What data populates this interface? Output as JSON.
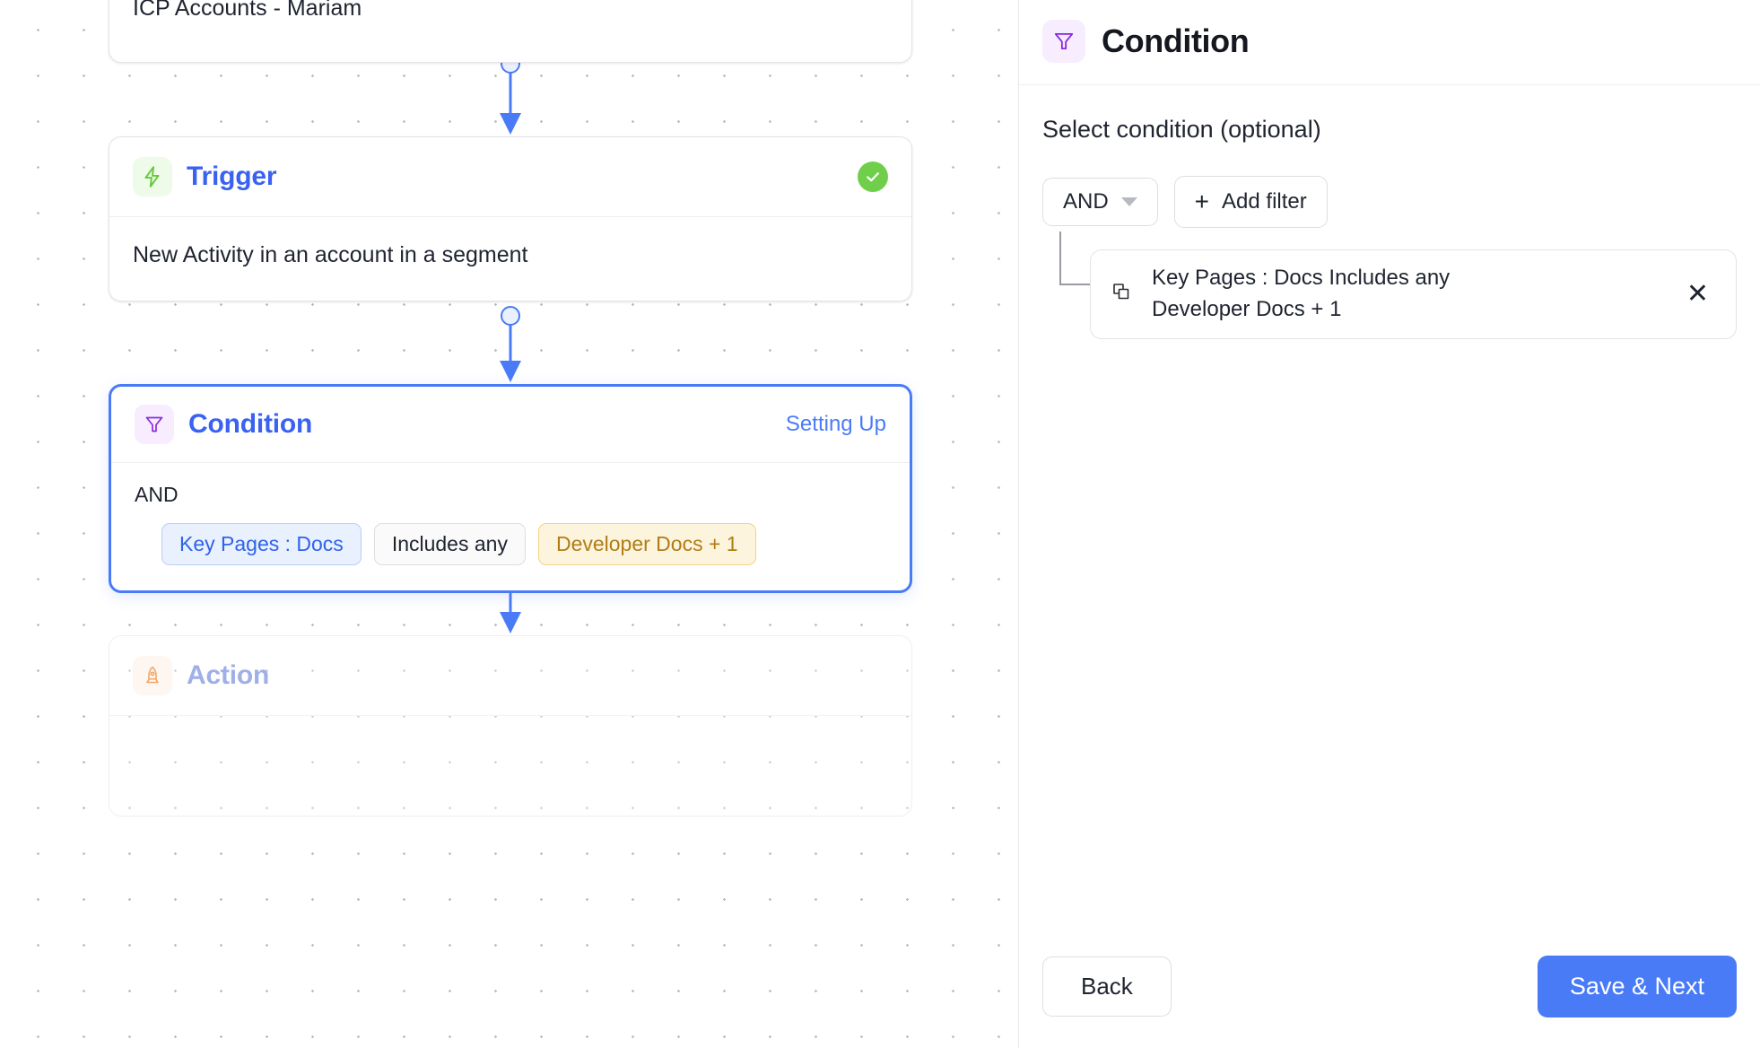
{
  "canvas": {
    "nodes": [
      {
        "id": "segment",
        "label": "ICP Accounts - Mariam",
        "icon": "segment-icon"
      },
      {
        "id": "trigger",
        "title": "Trigger",
        "icon": "lightning-bolt-icon",
        "status_icon": "check-circle-icon",
        "description": "New Activity in an account in a segment"
      },
      {
        "id": "condition",
        "title": "Condition",
        "icon": "funnel-icon",
        "status_text": "Setting Up",
        "operator": "AND",
        "chips": [
          {
            "label": "Key Pages : Docs",
            "style": "blue"
          },
          {
            "label": "Includes any",
            "style": "grey"
          },
          {
            "label": "Developer Docs + 1",
            "style": "yellow"
          }
        ]
      },
      {
        "id": "action",
        "title": "Action",
        "icon": "rocket-icon"
      }
    ]
  },
  "panel": {
    "header": {
      "icon": "funnel-icon",
      "title": "Condition"
    },
    "subtitle": "Select condition (optional)",
    "toolbar": {
      "operator_label": "AND",
      "operator_icon": "chevron-down-icon",
      "add_filter_label": "Add filter",
      "add_filter_icon": "plus-icon"
    },
    "filters": [
      {
        "icon": "copy-icon",
        "line1": "Key Pages : Docs Includes any",
        "line2": "Developer Docs + 1",
        "remove_icon": "close-icon"
      }
    ],
    "footer": {
      "back_label": "Back",
      "save_label": "Save & Next"
    }
  },
  "colors": {
    "accent_blue": "#4a7bf7",
    "title_blue": "#3a62f0",
    "success_green": "#6fcf4a",
    "funnel_purple": "#8b2ae0",
    "chip_blue_text": "#2f63e8",
    "chip_yellow_text": "#b07d15"
  }
}
